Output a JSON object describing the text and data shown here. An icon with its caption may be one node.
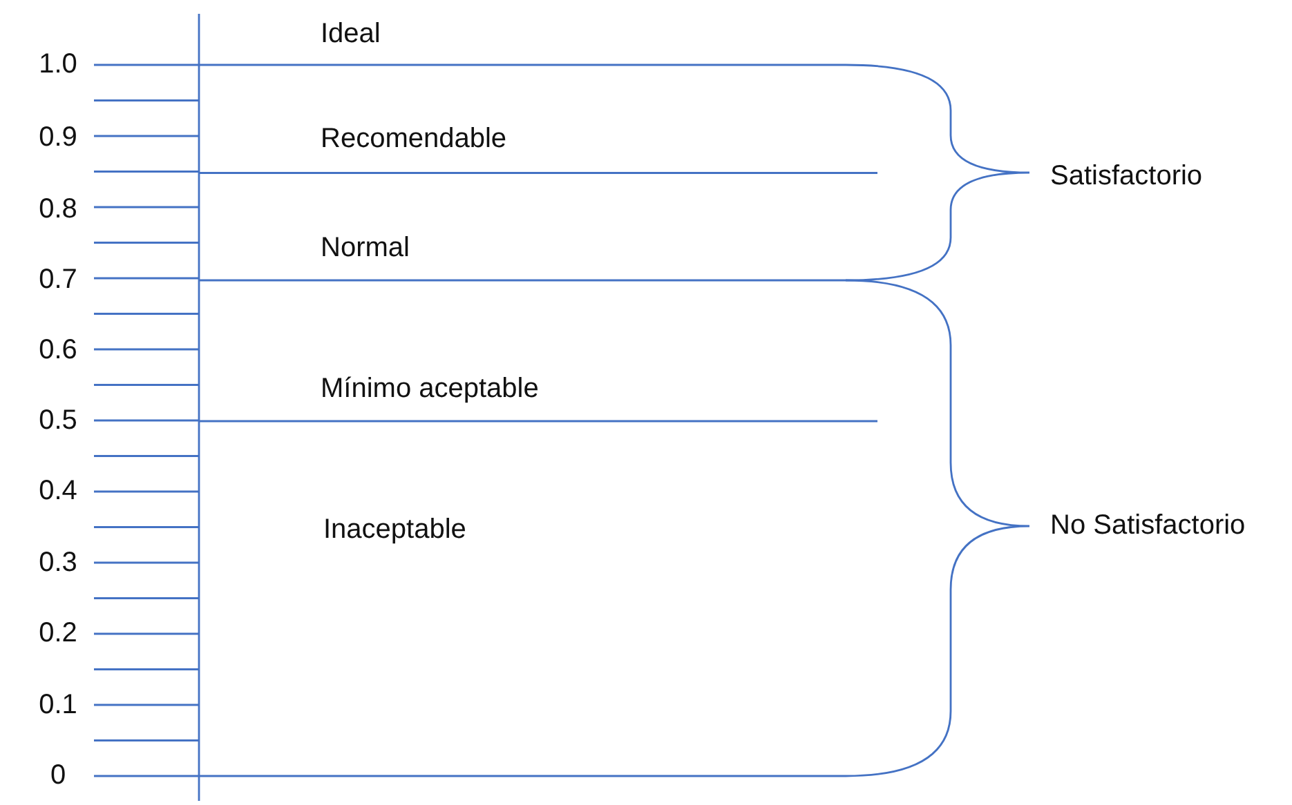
{
  "diagram": {
    "labels": [
      "Ideal",
      "1.0",
      "0.9",
      "Recomendable",
      "Satisfactorio",
      "0.8",
      "Normal",
      "0.7",
      "0.6",
      "Mínimo aceptable",
      "0.5",
      "0.4",
      "Inaceptable",
      "No Satisfactorio",
      "0.3",
      "0.2",
      "0.1",
      "0"
    ]
  }
}
